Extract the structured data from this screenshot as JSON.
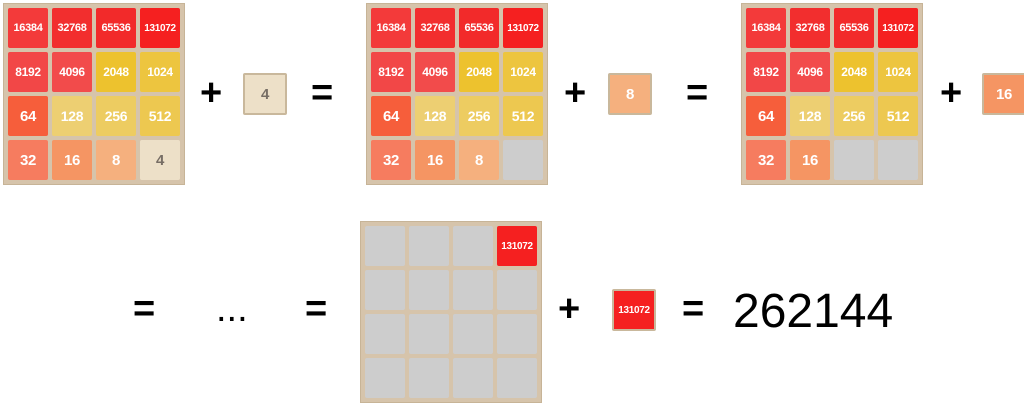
{
  "colors": {
    "4": "#ede0c8",
    "8": "#f5b07e",
    "16": "#f59563",
    "32": "#f67c5f",
    "64": "#f65e3b",
    "128": "#edcf72",
    "256": "#edcc61",
    "512": "#edc850",
    "1024": "#edc53f",
    "2048": "#edc22e",
    "4096": "#f24b4b",
    "8192": "#f24747",
    "16384": "#f33a3a",
    "32768": "#f22e2e",
    "65536": "#f22a2a",
    "131072": "#f52020"
  },
  "boards": [
    {
      "cells": [
        "16384",
        "32768",
        "65536",
        "131072",
        "8192",
        "4096",
        "2048",
        "1024",
        "64",
        "128",
        "256",
        "512",
        "32",
        "16",
        "8",
        "4"
      ]
    },
    {
      "cells": [
        "16384",
        "32768",
        "65536",
        "131072",
        "8192",
        "4096",
        "2048",
        "1024",
        "64",
        "128",
        "256",
        "512",
        "32",
        "16",
        "8",
        ""
      ]
    },
    {
      "cells": [
        "16384",
        "32768",
        "65536",
        "131072",
        "8192",
        "4096",
        "2048",
        "1024",
        "64",
        "128",
        "256",
        "512",
        "32",
        "16",
        "",
        ""
      ]
    },
    {
      "cells": [
        "",
        "",
        "",
        "131072",
        "",
        "",
        "",
        "",
        "",
        "",
        "",
        "",
        "",
        "",
        "",
        ""
      ]
    }
  ],
  "tiles": [
    "4",
    "8",
    "16",
    "131072"
  ],
  "operators": {
    "plus": "+",
    "equals": "=",
    "ellipsis": "..."
  },
  "result": "262144"
}
